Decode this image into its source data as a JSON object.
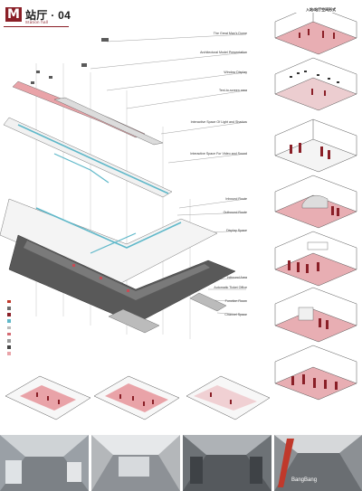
{
  "header": {
    "logo_text": "M",
    "title": "站厅 · 04",
    "subtitle": "Station hall"
  },
  "right_title": "入站/站厅空间形式",
  "captions": [
    {
      "id": "c1",
      "en": "The Great Man's Dome"
    },
    {
      "id": "c2",
      "en": "Architectural Model Presentation"
    },
    {
      "id": "c3",
      "en": "Window Display"
    },
    {
      "id": "c4",
      "en": "Text-to-screen area"
    },
    {
      "id": "c5",
      "en": "Interactive Space Of Light and Shadow"
    },
    {
      "id": "c6",
      "en": "Interactive Space For Video and Sound"
    },
    {
      "id": "c7",
      "en": "Inbound Route"
    },
    {
      "id": "c8",
      "en": "Outbound Route"
    },
    {
      "id": "c9",
      "en": "Display Space"
    },
    {
      "id": "c10",
      "en": "Intbound Area"
    },
    {
      "id": "c11",
      "en": "Automatic Ticket Office"
    },
    {
      "id": "c12",
      "en": "Function Room"
    },
    {
      "id": "c13",
      "en": "Channel Space"
    }
  ],
  "right_panels": [
    {
      "tag": ""
    },
    {
      "tag": ""
    },
    {
      "tag": ""
    },
    {
      "tag": ""
    },
    {
      "tag": ""
    },
    {
      "tag": ""
    },
    {
      "tag": ""
    }
  ],
  "bottom_plans": [
    {
      "label": ""
    },
    {
      "label": ""
    },
    {
      "label": ""
    }
  ],
  "photos_count": 4,
  "watermark": "BangBang",
  "colors": {
    "accent": "#8a1f27",
    "pink": "#e9a3a8",
    "cyan": "#5fb8c9",
    "dark": "#333333",
    "panel_floor": "#e3a7ab"
  },
  "legend": [
    {
      "color": "#c0392b"
    },
    {
      "color": "#6b6b6b"
    },
    {
      "color": "#8a1f27"
    },
    {
      "color": "#5fb8c9"
    },
    {
      "color": "#b9b9b9"
    },
    {
      "color": "#d46a72"
    },
    {
      "color": "#999999"
    },
    {
      "color": "#444444"
    },
    {
      "color": "#e9a3a8"
    }
  ]
}
